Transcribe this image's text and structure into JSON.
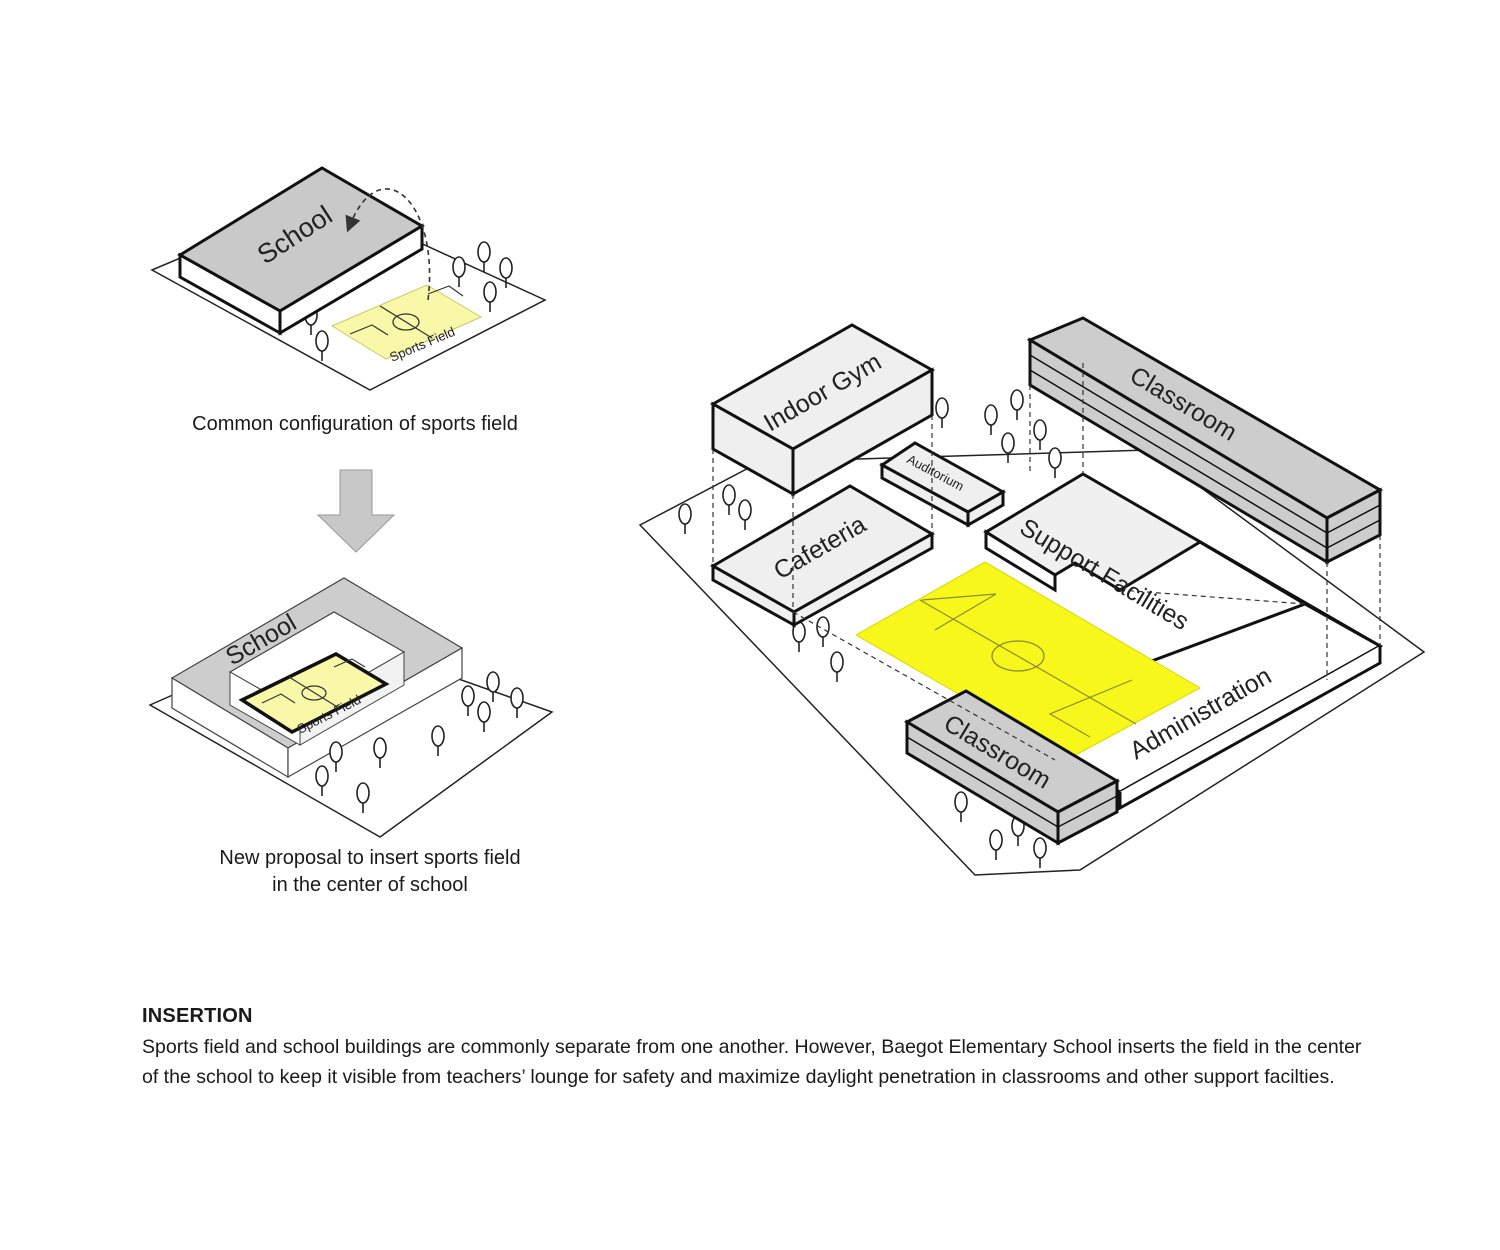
{
  "diagram_1": {
    "school_label": "School",
    "field_label": "Sports Field",
    "caption": "Common configuration of sports field"
  },
  "diagram_2": {
    "school_label": "School",
    "field_label": "Sports Field",
    "caption_line1": "New proposal to insert sports field",
    "caption_line2": "in the center of school"
  },
  "diagram_3": {
    "buildings": {
      "indoor_gym": "Indoor Gym",
      "auditorium": "Auditorium",
      "cafeteria": "Cafeteria",
      "classroom_top": "Classroom",
      "support_facilities": "Support Facilities",
      "administration": "Administration",
      "classroom_bottom": "Classroom"
    }
  },
  "description": {
    "heading": "INSERTION",
    "body": "Sports field and school buildings are commonly separate from one another. However, Baegot Elementary School inserts the field in the center of the school to keep it visible from teachers’ lounge for safety and maximize daylight penetration in classrooms and other support facilties."
  },
  "colors": {
    "field_pale": "#f8f8a8",
    "field_bright": "#f7f71c",
    "building_roof_dark": "#cdcdcd",
    "building_roof_light": "#efefef",
    "line": "#111111"
  }
}
